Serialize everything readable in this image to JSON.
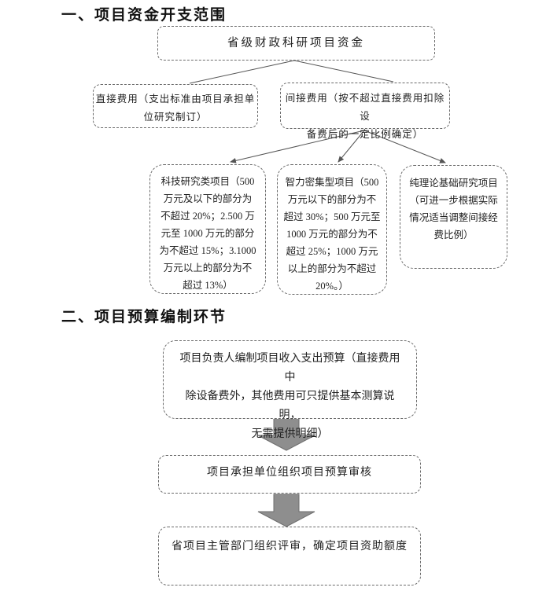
{
  "colors": {
    "text": "#222222",
    "box_border": "#6a6a6a",
    "line": "#555555",
    "arrow_fill": "#8e8e8e",
    "arrow_edge": "#6f6f6f",
    "background": "#ffffff"
  },
  "section1": {
    "heading": "一、项目资金开支范围",
    "root_box": "省级财政科研项目资金",
    "direct_box": "直接费用（支出标准由项目承担单\n位研究制订）",
    "indirect_box": "间接费用（按不超过直接费用扣除设\n备费后的一定比例确定）",
    "tech_box": "科技研究类项目（500\n万元及以下的部分为\n不超过 20%；2.500 万\n元至 1000 万元的部分\n为不超过 15%；3.1000\n万元以上的部分为不\n超过 13%）",
    "intensive_box": "智力密集型项目（500\n万元以下的部分为不\n超过 30%；500 万元至\n1000 万元的部分为不\n超过 25%；1000 万元\n以上的部分为不超过\n20%。）",
    "pure_box": "纯理论基础研究项目\n（可进一步根据实际\n情况适当调整间接经\n费比例）"
  },
  "section2": {
    "heading": "二、项目预算编制环节",
    "step1_box": "项目负责人编制项目收入支出预算（直接费用中\n除设备费外，其他费用可只提供基本测算说明，\n无需提供明细）",
    "step2_box": "项目承担单位组织项目预算审核",
    "step3_box": "省项目主管部门组织评审，确定项目资助额度"
  }
}
